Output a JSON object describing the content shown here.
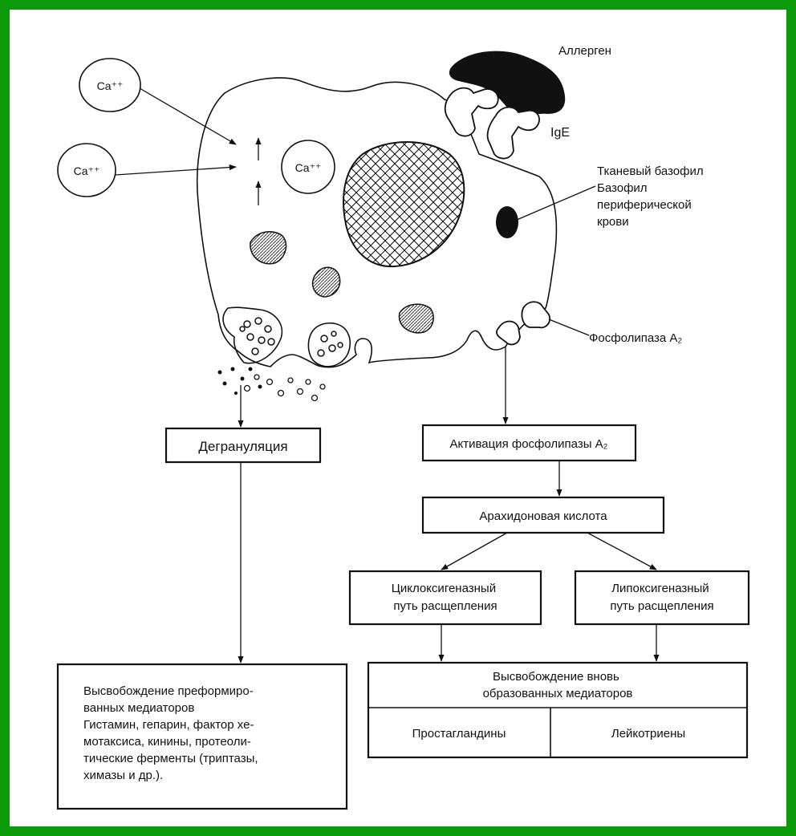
{
  "frame_color": "#0a9a0a",
  "cell": {
    "ca_label": "Ca⁺⁺",
    "allergen": "Аллерген",
    "ige": "IgE",
    "basophil_lines": [
      "Тканевый базофил",
      "Базофил",
      "периферической",
      "крови"
    ],
    "phospholipase": "Фосфолипаза A₂"
  },
  "flow": {
    "degranulation": "Дегрануляция",
    "activation": "Активация фосфолипазы A₂",
    "arachidonic": "Арахидоновая кислота",
    "cyclo_lines": [
      "Циклоксигеназный",
      "путь  расщепления"
    ],
    "lipo_lines": [
      "Липоксигеназный",
      "путь  расщепления"
    ],
    "release_new_lines": [
      "Высвобождение  вновь",
      "образованных  медиаторов"
    ],
    "prostaglandins": "Простагландины",
    "leukotrienes": "Лейкотриены",
    "preformed_lines": [
      "Высвобождение  преформиро-",
      "ванных  медиаторов",
      "Гистамин,  гепарин,  фактор  хе-",
      "мотаксиса,  кинины,  протеоли-",
      "тические  ферменты  (триптазы,",
      "химазы  и  др.)."
    ]
  }
}
